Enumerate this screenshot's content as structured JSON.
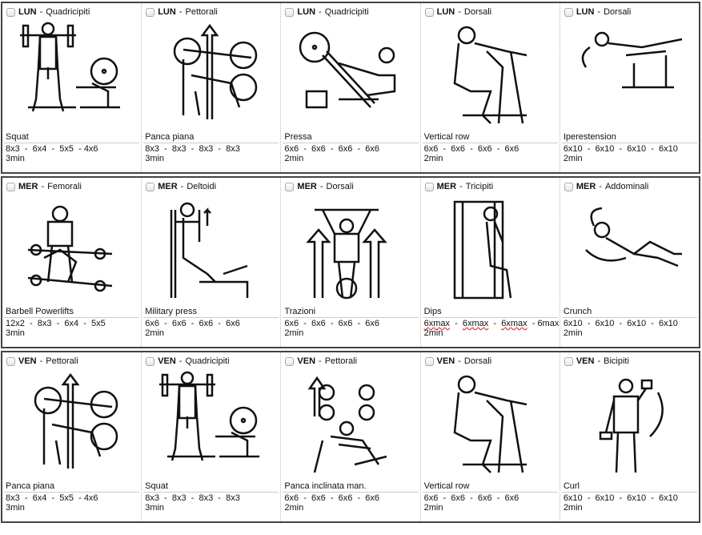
{
  "rows": [
    {
      "day": "LUN",
      "cells": [
        {
          "muscle": "Quadricipiti",
          "exercise": "Squat",
          "sets": "8x3  -  6x4  -  5x5  - 4x6",
          "rest": "3min",
          "icon": "squat"
        },
        {
          "muscle": "Pettorali",
          "exercise": "Panca piana",
          "sets": "8x3  -  8x3  -  8x3  -  8x3",
          "rest": "3min",
          "icon": "bench"
        },
        {
          "muscle": "Quadricipiti",
          "exercise": "Pressa",
          "sets": "6x6  -  6x6  -  6x6  -  6x6",
          "rest": "2min",
          "icon": "legpress"
        },
        {
          "muscle": "Dorsali",
          "exercise": "Vertical row",
          "sets": "6x6  -  6x6  -  6x6  -  6x6",
          "rest": "2min",
          "icon": "row"
        },
        {
          "muscle": "Dorsali",
          "exercise": "Iperestension",
          "sets": "6x10  -  6x10  -  6x10  -  6x10",
          "rest": "2min",
          "icon": "hyper"
        }
      ]
    },
    {
      "day": "MER",
      "cells": [
        {
          "muscle": "Femorali",
          "exercise": "Barbell Powerlifts",
          "sets": "12x2  -  8x3  -  6x4  -  5x5",
          "rest": "3min",
          "icon": "deadlift"
        },
        {
          "muscle": "Deltoidi",
          "exercise": "Military press",
          "sets": "6x6  -  6x6  -  6x6  -  6x6",
          "rest": "2min",
          "icon": "press"
        },
        {
          "muscle": "Dorsali",
          "exercise": "Trazioni",
          "sets": "6x6  -  6x6  -  6x6  -  6x6",
          "rest": "2min",
          "icon": "pullup"
        },
        {
          "muscle": "Tricipiti",
          "exercise": "Dips",
          "sets": "6xmax  -  6xmax  -  6xmax  - 6max",
          "rest": "2min",
          "icon": "dips"
        },
        {
          "muscle": "Addominali",
          "exercise": "Crunch",
          "sets": "6x10  -  6x10  -  6x10  -  6x10",
          "rest": "2min",
          "icon": "crunch"
        }
      ]
    },
    {
      "day": "VEN",
      "cells": [
        {
          "muscle": "Pettorali",
          "exercise": "Panca piana",
          "sets": "8x3  -  6x4  -  5x5  - 4x6",
          "rest": "3min",
          "icon": "bench"
        },
        {
          "muscle": "Quadricipiti",
          "exercise": "Squat",
          "sets": "8x3  -  8x3  -  8x3  -  8x3",
          "rest": "3min",
          "icon": "squat"
        },
        {
          "muscle": "Pettorali",
          "exercise": "Panca inclinata man.",
          "sets": "6x6  -  6x6  -  6x6  -  6x6",
          "rest": "2min",
          "icon": "incline"
        },
        {
          "muscle": "Dorsali",
          "exercise": "Vertical row",
          "sets": "6x6  -  6x6  -  6x6  -  6x6",
          "rest": "2min",
          "icon": "row"
        },
        {
          "muscle": "Bicipiti",
          "exercise": "Curl",
          "sets": "6x10  -  6x10  -  6x10  -  6x10",
          "rest": "2min",
          "icon": "curl"
        }
      ]
    }
  ]
}
